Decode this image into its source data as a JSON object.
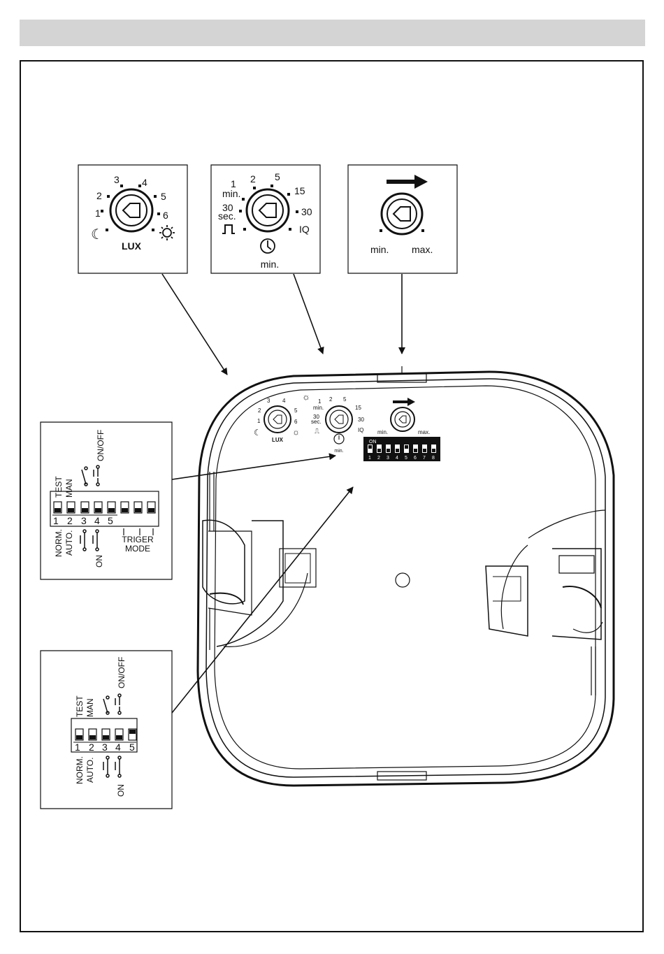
{
  "lux_dial": {
    "labels": [
      "1",
      "2",
      "3",
      "4",
      "5",
      "6"
    ],
    "title": "LUX"
  },
  "time_dial": {
    "labels_left": [
      "1",
      "min.",
      "2",
      "5",
      "30",
      "sec."
    ],
    "labels_right": [
      "15",
      "30",
      "IQ"
    ],
    "unit": "min."
  },
  "range_dial": {
    "min_label": "min.",
    "max_label": "max."
  },
  "dip8_panel": {
    "top_labels": [
      "TEST",
      "MAN",
      "ON/OFF"
    ],
    "switch_numbers": [
      "1",
      "2",
      "3",
      "4",
      "5"
    ],
    "bottom_labels": [
      "NORM.",
      "AUTO.",
      "ON"
    ],
    "trigger_label_1": "TRIGER",
    "trigger_label_2": "MODE"
  },
  "dip5_panel": {
    "top_labels": [
      "TEST",
      "MAN",
      "ON/OFF"
    ],
    "switch_numbers": [
      "1",
      "2",
      "3",
      "4",
      "5"
    ],
    "bottom_labels": [
      "NORM.",
      "AUTO.",
      "ON"
    ]
  },
  "device": {
    "on_label": "ON",
    "dip_numbers": [
      "1",
      "2",
      "3",
      "4",
      "5",
      "6",
      "7",
      "8"
    ],
    "lux_title": "LUX",
    "time_unit": "min.",
    "range_min": "min.",
    "range_max": "max.",
    "lux_small": [
      "1",
      "2",
      "3",
      "4",
      "5",
      "6"
    ],
    "time_small": [
      "1",
      "min.",
      "2",
      "5",
      "15",
      "30",
      "sec.",
      "30",
      "IQ"
    ]
  }
}
